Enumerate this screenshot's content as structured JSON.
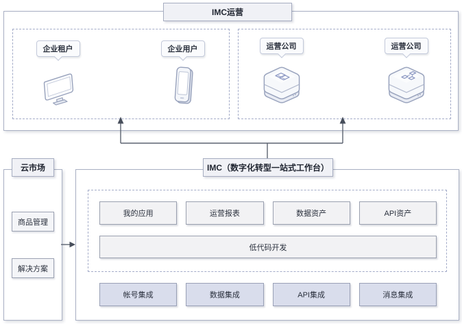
{
  "top_section": {
    "title": "IMC运营",
    "groups": [
      {
        "name": "enterprise-side",
        "items": [
          {
            "label": "企业租户",
            "icon": "monitor-icon"
          },
          {
            "label": "企业用户",
            "icon": "phone-icon"
          }
        ]
      },
      {
        "name": "operator-side",
        "items": [
          {
            "label": "运营公司",
            "icon": "service-box-list-icon"
          },
          {
            "label": "运营公司",
            "icon": "service-box-nodes-icon"
          }
        ]
      }
    ]
  },
  "market_section": {
    "title": "云市场",
    "item1": "商品管理",
    "item2": "解决方案"
  },
  "imc_section": {
    "title": "IMC（数字化转型一站式工作台）",
    "workspace_buttons": [
      "我的应用",
      "运营报表",
      "数据资产",
      "API资产"
    ],
    "lowcode_button": "低代码开发",
    "integration_buttons": [
      "帐号集成",
      "数据集成",
      "API集成",
      "消息集成"
    ]
  },
  "colors": {
    "container_border": "#a9b0c3",
    "dashed_border": "#a3abc8",
    "title_box_fill": "#f0f1f6",
    "button_fill": "#f2f2f4",
    "integration_button_fill": "#d9ddec",
    "bubble_fill": "#fafbfd",
    "connector_line": "#5c6370",
    "text": "#23293a"
  }
}
